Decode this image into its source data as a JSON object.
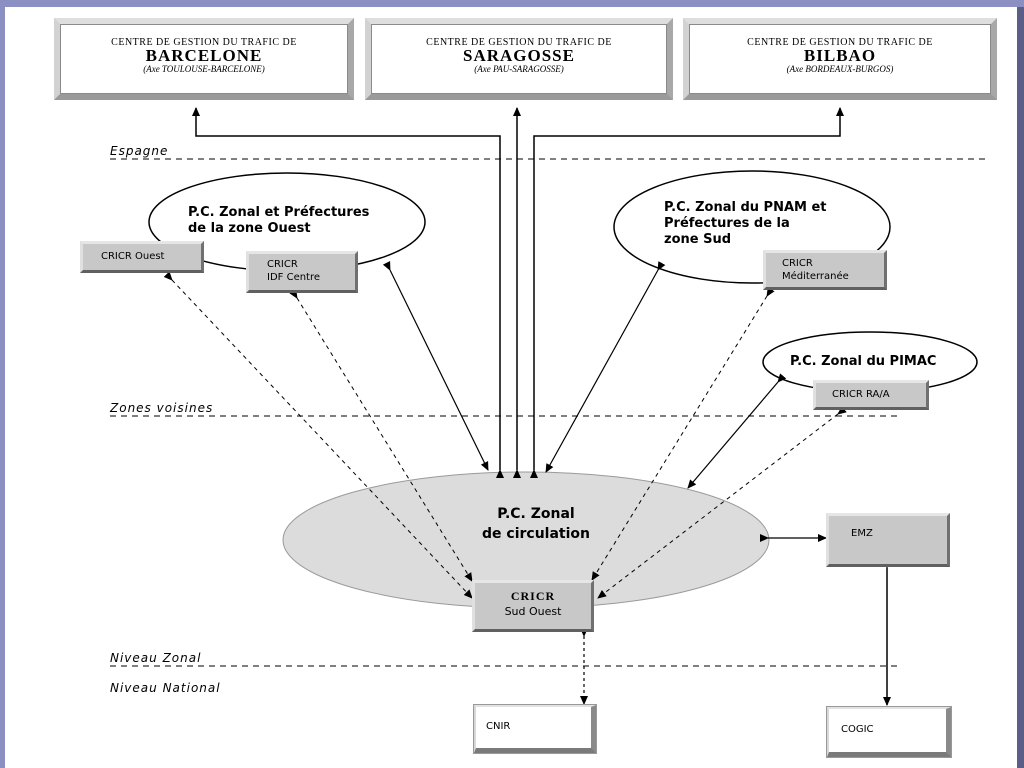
{
  "headers": [
    {
      "line1": "CENTRE DE GESTION DU TRAFIC DE",
      "name": "BARCELONE",
      "axis": "(Axe TOULOUSE-BARCELONE)"
    },
    {
      "line1": "CENTRE DE GESTION DU TRAFIC DE",
      "name": "SARAGOSSE",
      "axis": "(Axe PAU-SARAGOSSE)"
    },
    {
      "line1": "CENTRE DE GESTION DU TRAFIC DE",
      "name": "BILBAO",
      "axis": "(Axe BORDEAUX-BURGOS)"
    }
  ],
  "levels": {
    "espagne": "Espagne",
    "zones_voisines": "Zones voisines",
    "niveau_zonal": "Niveau Zonal",
    "niveau_national": "Niveau National"
  },
  "ellipses": {
    "ouest": {
      "line1": "P.C. Zonal et Préfectures",
      "line2": "de la zone Ouest"
    },
    "sud": {
      "line1": "P.C. Zonal du PNAM et",
      "line2": "Préfectures de la",
      "line3": "zone Sud"
    },
    "pimac": {
      "line1": "P.C. Zonal du PIMAC"
    },
    "central": {
      "line1": "P.C. Zonal",
      "line2": "de circulation"
    }
  },
  "boxes": {
    "cricr_ouest": "CRICR Ouest",
    "cricr_idf_line1": "CRICR",
    "cricr_idf_line2": "IDF Centre",
    "cricr_med_line1": "CRICR",
    "cricr_med_line2": "Méditerranée",
    "cricr_raa": "CRICR RA/A",
    "cricr_so_line1": "CRICR",
    "cricr_so_line2": "Sud Ouest",
    "emz": "EMZ",
    "cnir": "CNIR",
    "cogic": "COGIC"
  }
}
